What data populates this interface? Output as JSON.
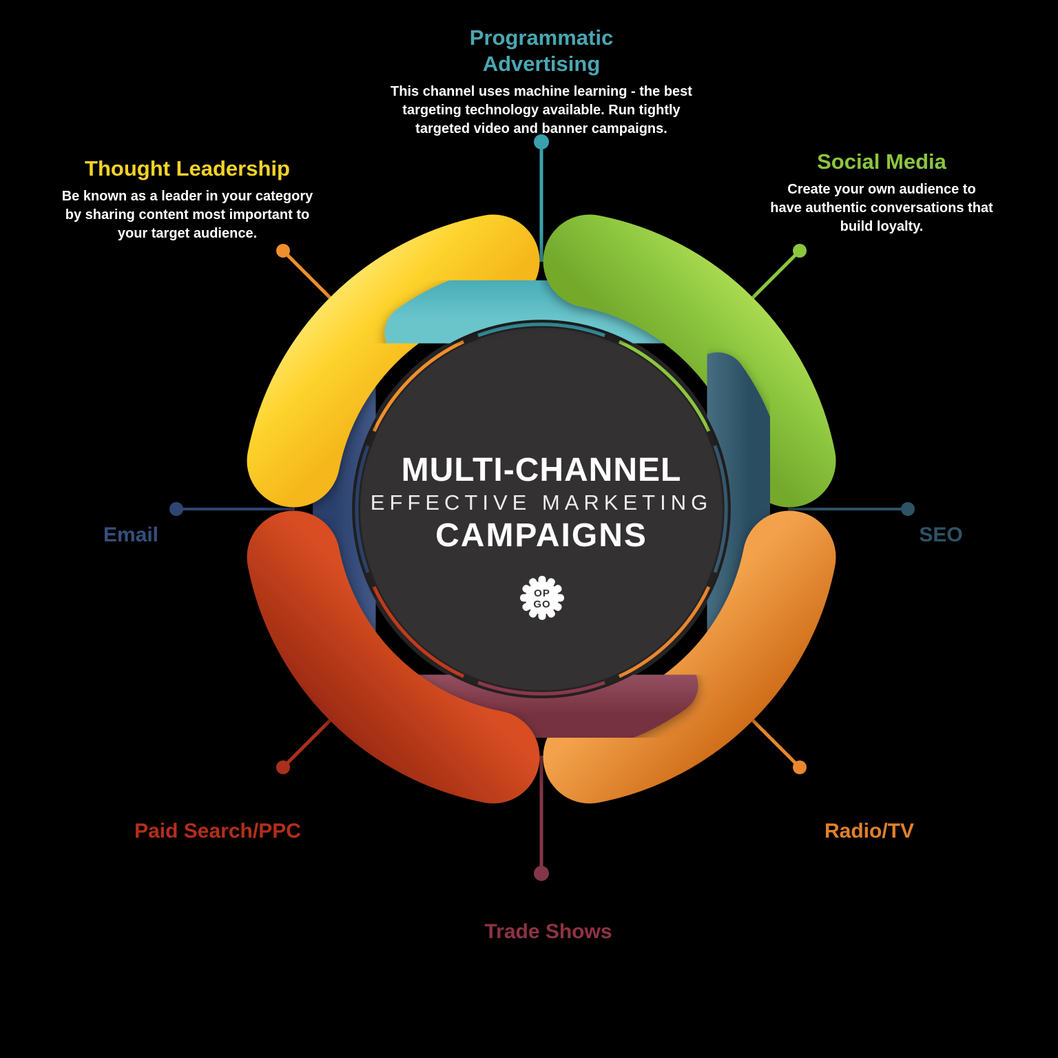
{
  "background_color": "#000000",
  "center": {
    "title_line1": "MULTI-CHANNEL",
    "title_line2": "EFFECTIVE MARKETING",
    "title_line3": "CAMPAIGNS",
    "logo": {
      "top": "OP",
      "bottom": "GO"
    }
  },
  "channels": [
    {
      "id": "programmatic-advertising",
      "label": "Programmatic\nAdvertising",
      "color": "#4aa7b3",
      "description": "This channel uses machine learning - the best\ntargeting technology available. Run tightly\ntargeted video and banner campaigns."
    },
    {
      "id": "thought-leadership",
      "label": "Thought Leadership",
      "color": "#f5d327",
      "description": "Be known as a leader in your category\nby sharing content most important to\nyour target audience."
    },
    {
      "id": "social-media",
      "label": "Social Media",
      "color": "#8cc63f",
      "description": "Create your own audience to\nhave authentic conversations that\nbuild loyalty."
    },
    {
      "id": "email",
      "label": "Email",
      "color": "#35507c"
    },
    {
      "id": "seo",
      "label": "SEO",
      "color": "#2e5266"
    },
    {
      "id": "paid-search-ppc",
      "label": "Paid Search/PPC",
      "color": "#b52e1a"
    },
    {
      "id": "radio-tv",
      "label": "Radio/TV",
      "color": "#e0812c"
    },
    {
      "id": "trade-shows",
      "label": "Trade Shows",
      "color": "#8e3344"
    }
  ]
}
